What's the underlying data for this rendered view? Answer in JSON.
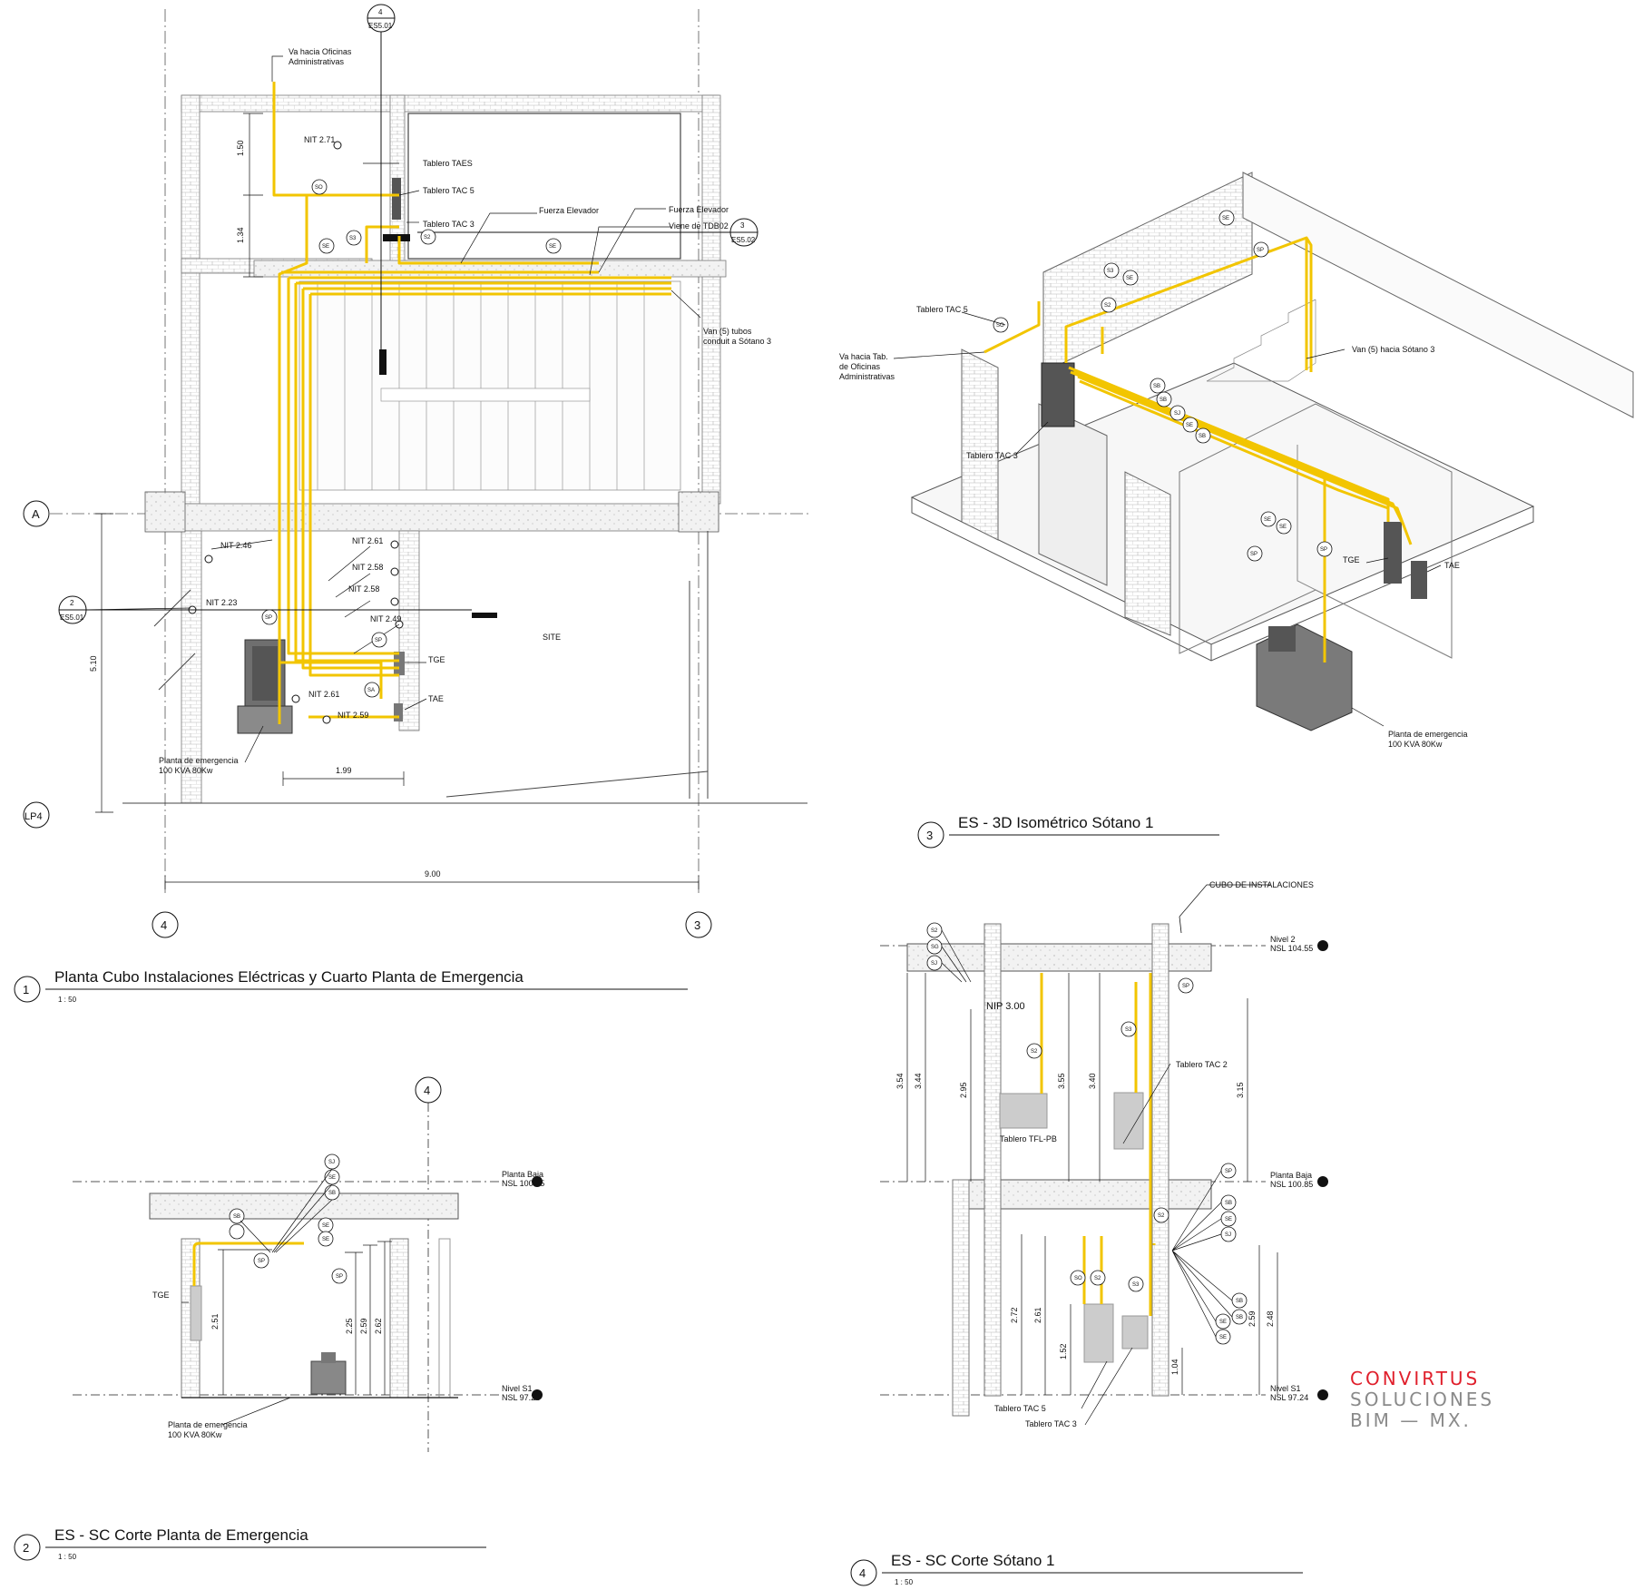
{
  "colors": {
    "conduit": "#f2c500",
    "wall": "#9a9a9a",
    "line": "#111111",
    "brand_red": "#e0202c",
    "brand_gray": "#8a8a8a"
  },
  "views": [
    {
      "number": "1",
      "title": "Planta Cubo Instalaciones Eléctricas y Cuarto Planta de Emergencia",
      "scale": "1 : 50"
    },
    {
      "number": "2",
      "title": "ES - SC Corte Planta de Emergencia",
      "scale": "1 : 50"
    },
    {
      "number": "3",
      "title": "ES - 3D Isométrico Sótano 1"
    },
    {
      "number": "4",
      "title": "ES - SC Corte Sótano 1",
      "scale": "1 : 50"
    }
  ],
  "plan": {
    "grid": {
      "A": "A",
      "LP4": "LP4",
      "g4": "4",
      "g3": "3"
    },
    "section_refs": [
      {
        "num": "4",
        "sheet": "ES5.01"
      },
      {
        "num": "2",
        "sheet": "ES5.01"
      },
      {
        "num": "3",
        "sheet": "ES5.02"
      }
    ],
    "notes": {
      "oficinas": "Va hacia Oficinas",
      "oficinas2": "Administrativas",
      "taes": "Tablero TAES",
      "tac5": "Tablero TAC 5",
      "tac3": "Tablero TAC 3",
      "fuerza1": "Fuerza Elevador",
      "fuerza2": "Fuerza Elevador",
      "tdb02": "Viene de TDB02",
      "van1": "Van (5) tubos",
      "van2": "conduit a Sótano 3",
      "site": "SITE",
      "tge": "TGE",
      "tae": "TAE",
      "planta1": "Planta de emergencia",
      "planta2": "100 KVA 80Kw"
    },
    "levels": {
      "n271": "NIT 2.71",
      "n246": "NIT 2.46",
      "n261a": "NIT 2.61",
      "n258a": "NIT 2.58",
      "n258b": "NIT 2.58",
      "n223": "NIT 2.23",
      "n249": "NIT 2.49",
      "n261b": "NIT 2.61",
      "n259": "NIT 2.59"
    },
    "dims": {
      "d150": "1.50",
      "d134": "1.34",
      "d510": "5.10",
      "d199": "1.99",
      "d900": "9.00"
    },
    "tags": {
      "so": "SO",
      "se1": "SE",
      "s3": "S3",
      "s2": "S2",
      "se2": "SE",
      "sp1": "SP",
      "sp2": "SP",
      "sa": "SA"
    }
  },
  "iso": {
    "notes": {
      "tac5": "Tablero TAC 5",
      "va1": "Va hacia Tab.",
      "va2": "de Oficinas",
      "va3": "Administrativas",
      "tac3": "Tablero TAC 3",
      "van": "Van (5) hacia Sótano 3",
      "tge": "TGE",
      "tae": "TAE",
      "planta1": "Planta de emergencia",
      "planta2": "100 KVA 80Kw"
    },
    "tags": [
      "SE",
      "SP",
      "S3",
      "SE",
      "S2",
      "SO",
      "SB",
      "SB",
      "SJ",
      "SE",
      "SB",
      "SE",
      "SE",
      "SP",
      "SP"
    ]
  },
  "sec2": {
    "grid": "4",
    "levels": {
      "pb": "Planta Baja",
      "pb_nsl": "NSL  100.85",
      "s1": "Nivel S1",
      "s1_nsl": "NSL  97.24"
    },
    "tags": [
      "SJ",
      "SE",
      "SB",
      "SB",
      "SE",
      "SE",
      "SP",
      "SP"
    ],
    "dims": {
      "d251": "2.51",
      "d225": "2.25",
      "d259": "2.59",
      "d262": "2.62"
    },
    "notes": {
      "tge": "TGE",
      "planta1": "Planta de emergencia",
      "planta2": "100 KVA 80Kw"
    }
  },
  "sec4": {
    "notes": {
      "cubo": "CUBO DE INSTALACIONES",
      "nip": "NIP 3.00",
      "tfl": "Tablero TFL-PB",
      "tac2": "Tablero TAC 2",
      "tac5": "Tablero TAC 5",
      "tac3": "Tablero TAC 3"
    },
    "levels": {
      "n2": "Nivel 2",
      "n2_nsl": "NSL  104.55",
      "pb": "Planta Baja",
      "pb_nsl": "NSL  100.85",
      "s1": "Nivel S1",
      "s1_nsl": "NSL  97.24"
    },
    "dims": {
      "d354": "3.54",
      "d344": "3.44",
      "d295": "2.95",
      "d355": "3.55",
      "d340": "3.40",
      "d315": "3.15",
      "d272": "2.72",
      "d261": "2.61",
      "d152": "1.52",
      "d104": "1.04",
      "d259": "2.59",
      "d248": "2.48"
    },
    "tags": [
      "S2",
      "SG",
      "SJ",
      "S2",
      "S3",
      "SP",
      "SP",
      "S2",
      "SB",
      "SE",
      "SJ",
      "SO",
      "S2",
      "S3",
      "SB",
      "SE",
      "SB",
      "SE"
    ]
  },
  "brand": {
    "line1": "CONVIRTUS",
    "line2": "SOLUCIONES",
    "line3": "BIM — MX."
  }
}
